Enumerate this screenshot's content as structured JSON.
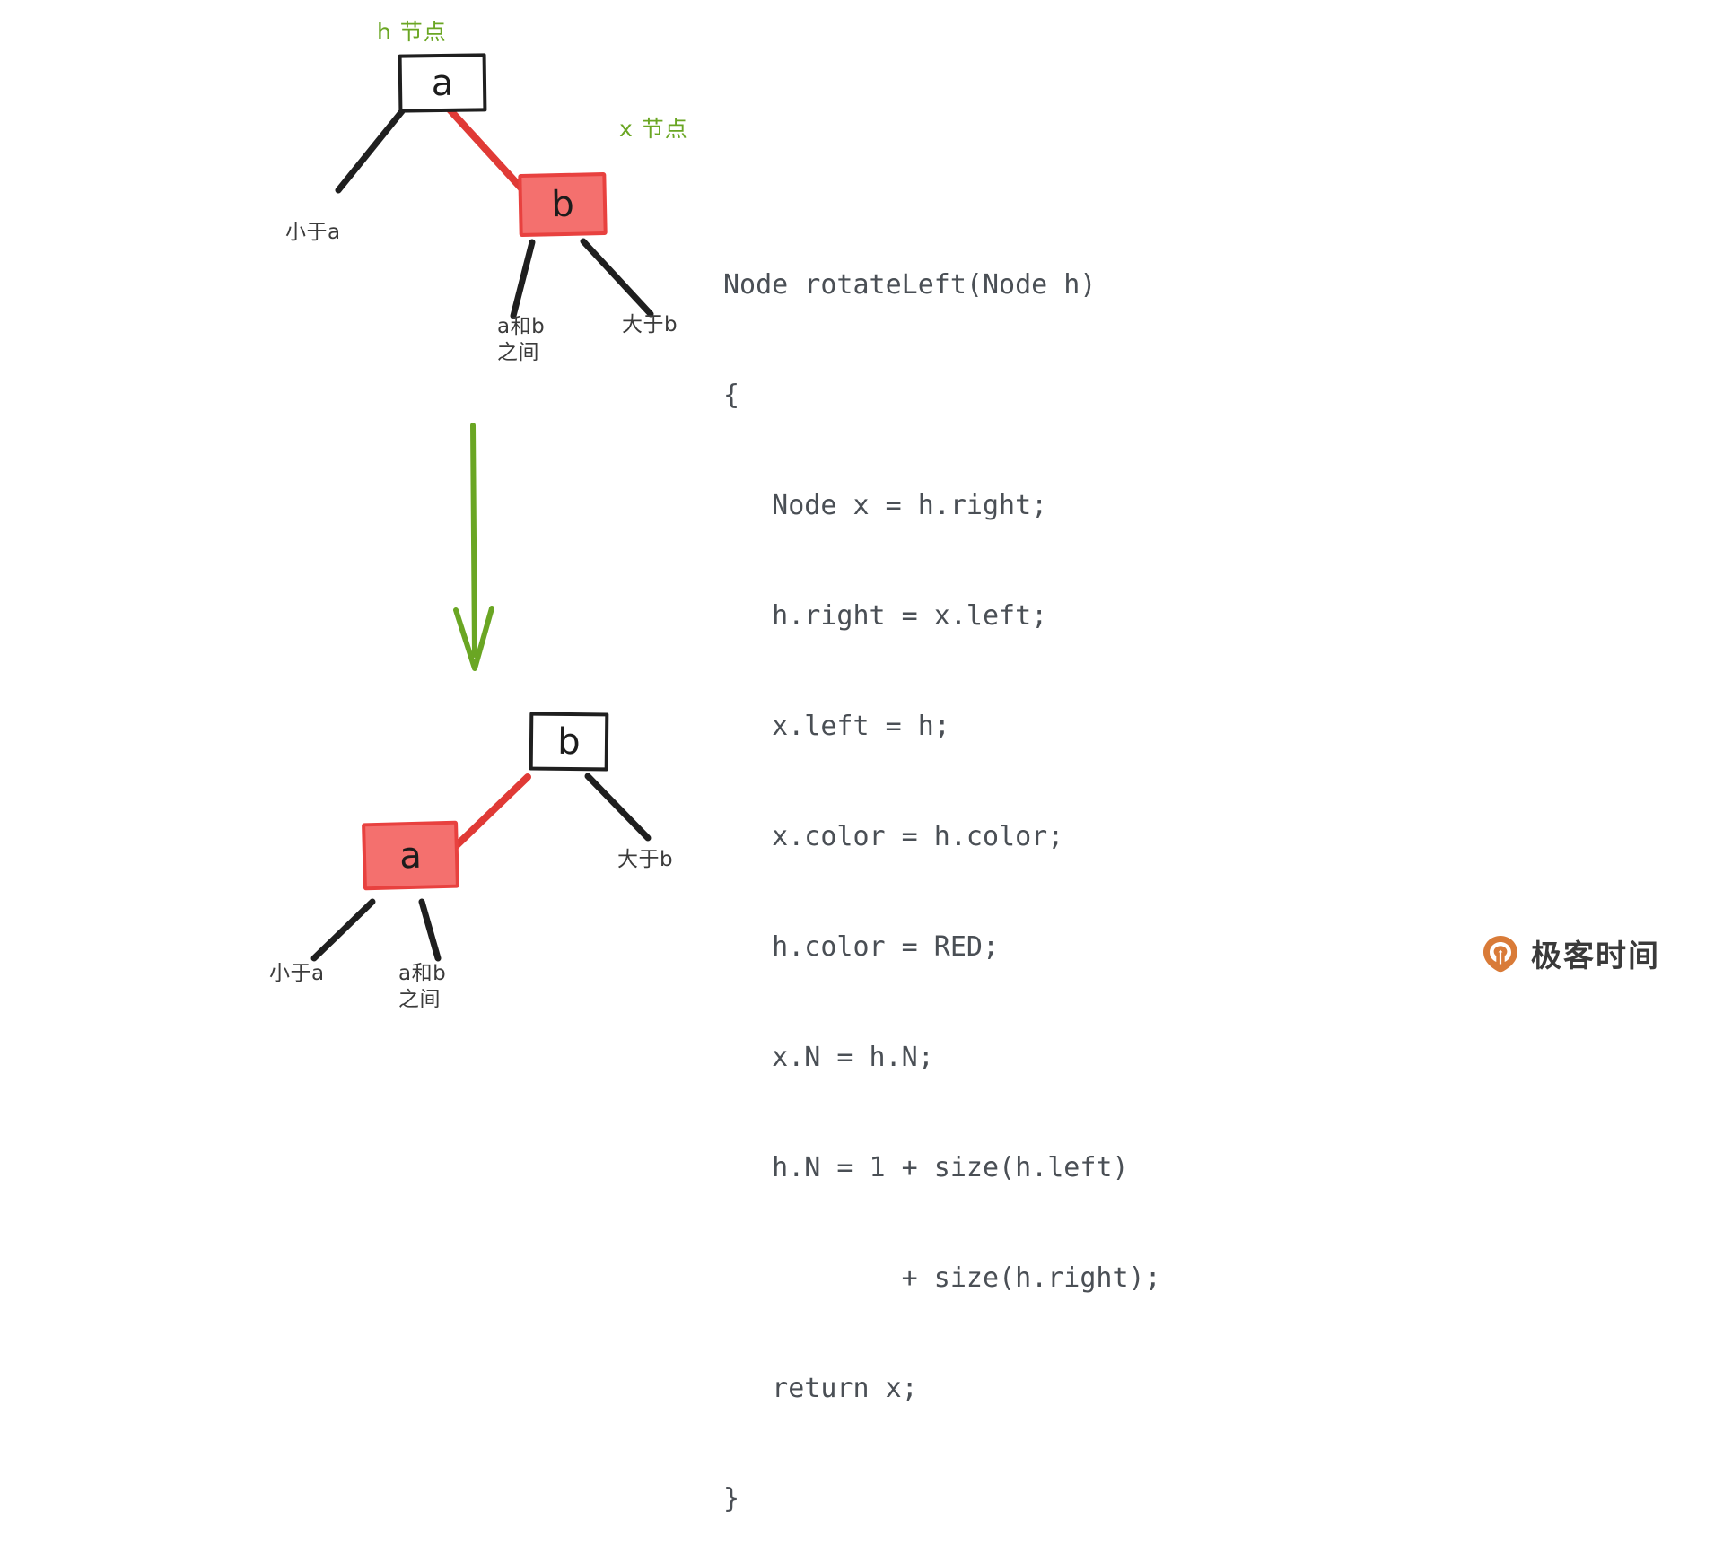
{
  "page": {
    "title": "红黑树左旋转 rotateLeft 示意图",
    "background": "#ffffff",
    "colors": {
      "red_fill": "#f4706e",
      "red_stroke": "#e8413f",
      "black_stroke": "#1f1f1f",
      "green_accent": "#6aa623",
      "code_text": "#4a4f55",
      "label_text": "#3b3b3b",
      "logo_orange": "#d97b38"
    }
  },
  "diagram_top": {
    "annotations": [
      {
        "name": "h-node-annotation",
        "text": "h 节点"
      },
      {
        "name": "x-node-annotation",
        "text": "x 节点"
      }
    ],
    "nodes": [
      {
        "id": "a",
        "label": "a",
        "color": "black"
      },
      {
        "id": "b",
        "label": "b",
        "color": "red"
      }
    ],
    "subtree_labels": [
      {
        "name": "less-than-a",
        "text": "小于a"
      },
      {
        "name": "between-a-and-b",
        "text": "a和b\n之间"
      },
      {
        "name": "greater-than-b",
        "text": "大于b"
      }
    ]
  },
  "transition": {
    "arrow": "down-arrow",
    "color": "#6aa623"
  },
  "diagram_bottom": {
    "nodes": [
      {
        "id": "b",
        "label": "b",
        "color": "black"
      },
      {
        "id": "a",
        "label": "a",
        "color": "red"
      }
    ],
    "subtree_labels": [
      {
        "name": "greater-than-b",
        "text": "大于b"
      },
      {
        "name": "less-than-a",
        "text": "小于a"
      },
      {
        "name": "between-a-and-b",
        "text": "a和b\n之间"
      }
    ]
  },
  "code": {
    "language": "java",
    "lines": [
      "Node rotateLeft(Node h)",
      "{",
      "   Node x = h.right;",
      "   h.right = x.left;",
      "   x.left = h;",
      "   x.color = h.color;",
      "   h.color = RED;",
      "   x.N = h.N;",
      "   h.N = 1 + size(h.left)",
      "           + size(h.right);",
      "   return x;",
      "}"
    ]
  },
  "watermark": {
    "brand": "极客时间",
    "mark": "geektime-logo-icon"
  }
}
